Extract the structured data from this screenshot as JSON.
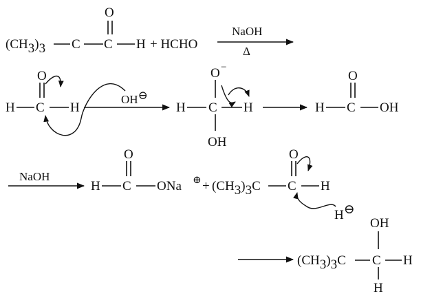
{
  "step1": {
    "reactant_prefix": "(CH",
    "sub3": "3",
    "c": "C",
    "o": "O",
    "h": "H",
    "plus_hcho": "+ HCHO",
    "reagent": "NaOH",
    "heat": "Δ"
  },
  "step2": {
    "h_left": "H",
    "c": "C",
    "h_right": "H",
    "o": "O",
    "oh_label": "OH",
    "oh_charge": "⊖",
    "int_o": "O",
    "int_minus": "−",
    "int_h_left": "H",
    "int_c": "C",
    "int_h_right": "H",
    "int_oh": "OH",
    "acid_h": "H",
    "acid_c": "C",
    "acid_o": "O",
    "acid_oh": "OH"
  },
  "step3": {
    "reagent": "NaOH",
    "fmt_h": "H",
    "fmt_c": "C",
    "fmt_o": "O",
    "fmt_ona": "ONa",
    "fmt_charge": "⊕",
    "plus": "+",
    "ald_prefix": "(CH",
    "sub3": "3",
    "ald_c_suffix": "C",
    "ald_c": "C",
    "ald_o": "O",
    "ald_h": "H",
    "hydride_h": "H",
    "hydride_charge": "⊖"
  },
  "step4": {
    "oh": "OH",
    "prefix": "(CH",
    "sub3": "3",
    "c_suffix": "C",
    "c": "C",
    "h_right": "H",
    "h_bottom": "H"
  }
}
